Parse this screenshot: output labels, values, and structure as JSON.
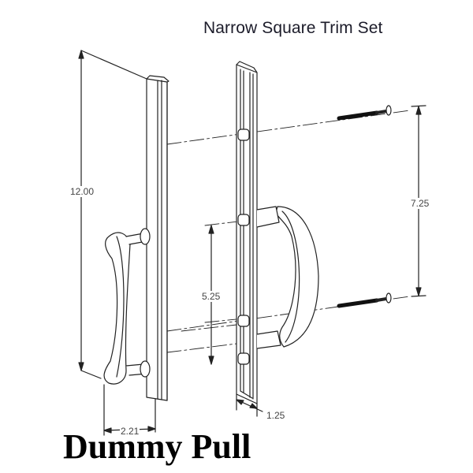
{
  "diagram": {
    "title": "Narrow Square Trim Set",
    "caption": "Dummy Pull",
    "dimensions": {
      "overall_height": "12.00",
      "screw_spacing": "7.25",
      "post_spacing": "5.25",
      "trim_width": "1.25",
      "projection": "2.21"
    },
    "components": [
      "outside-trim-plate-with-handle",
      "inside-trim-plate",
      "inside-handle",
      "mounting-screw-top",
      "mounting-screw-bottom"
    ],
    "colors": {
      "line": "#222222",
      "screw_thread": "#111111",
      "background": "#ffffff"
    }
  }
}
